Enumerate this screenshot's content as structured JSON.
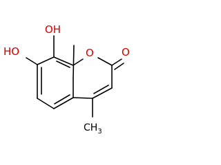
{
  "molecule": {
    "atoms": {
      "hydroxyl_top": "OH",
      "hydroxyl_left": "HO",
      "ring_oxygen": "O",
      "carbonyl_oxygen": "O",
      "methyl": "CH",
      "methyl_subscript": "3"
    },
    "colors": {
      "heteroatom": "#d40000",
      "bond": "#000000",
      "background": "#ffffff"
    }
  }
}
